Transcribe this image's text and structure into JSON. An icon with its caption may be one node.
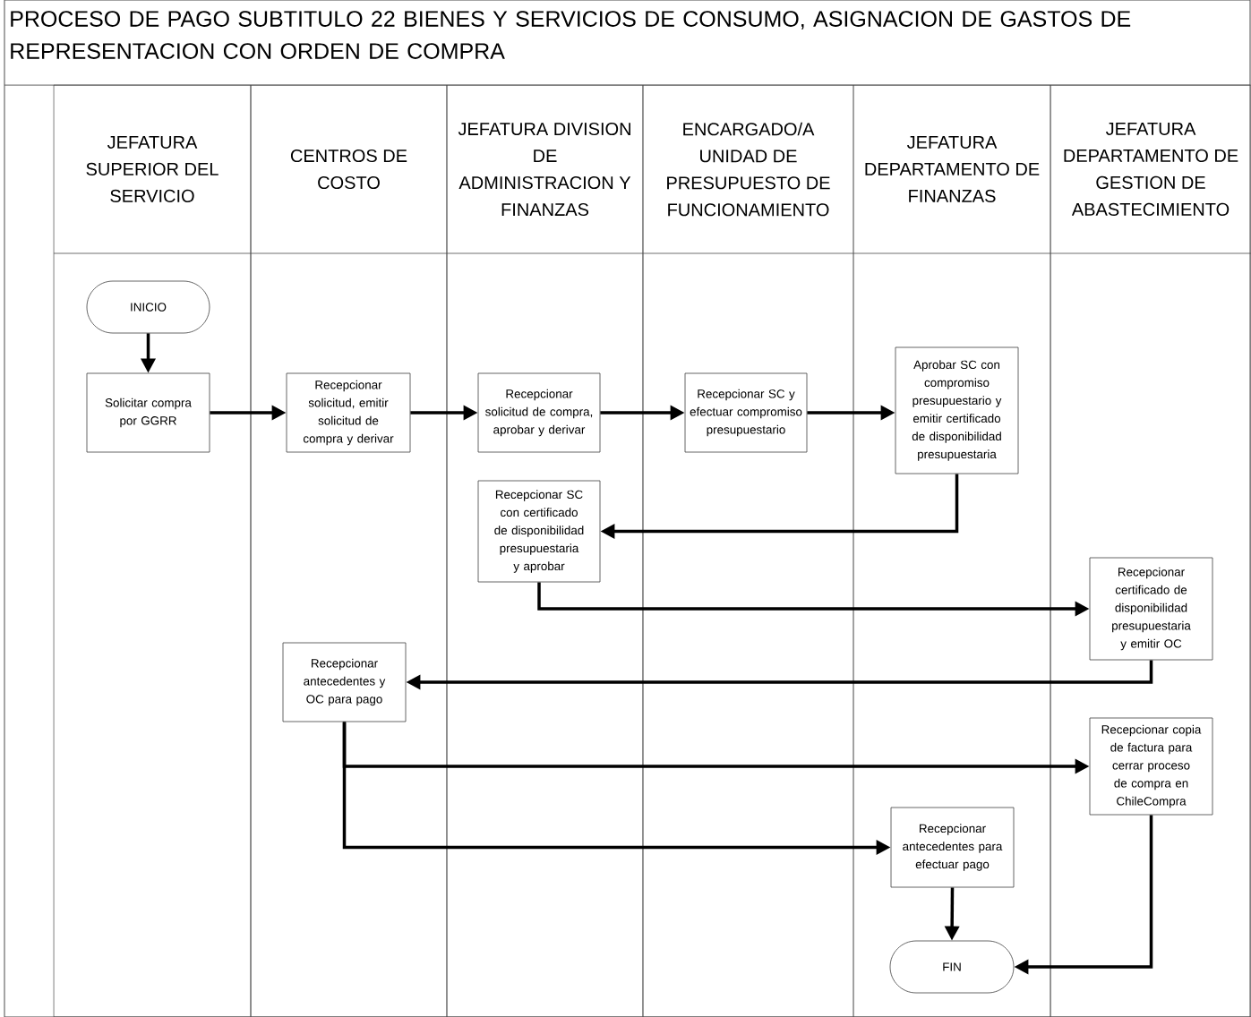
{
  "diagram": {
    "title": "PROCESO DE PAGO SUBTITULO 22 BIENES Y SERVICIOS DE CONSUMO, ASIGNACION DE GASTOS DE REPRESENTACION CON ORDEN DE COMPRA",
    "nodes": [
      {
        "text": [
          "JEFATURA SUPERIOR DEL SERVICIO"
        ]
      },
      {
        "text": [
          "CENTROS DE COSTO"
        ]
      },
      {
        "text": [
          "JEFATURA DIVISION DE ADMINISTRACION Y FINANZAS"
        ]
      },
      {
        "text": [
          "ENCARGADO/A UNIDAD DE PRESUPUESTO DE FUNCIONAMIENTO"
        ]
      },
      {
        "text": [
          "JEFATURA DEPARTAMENTO DE FINANZAS"
        ]
      },
      {
        "text": [
          "JEFATURA DEPARTAMENTO DE GESTION DE ABASTECIMIENTO"
        ]
      },
      {
        "text": [
          "INICIO"
        ],
        "in": 0
      },
      {
        "text": [
          "Solicitar compra por GGRR"
        ],
        "in": 0
      },
      {
        "text": [
          "Recepcionar solicitud, emitir solicitud de compra y derivar"
        ],
        "in": 1
      },
      {
        "text": [
          "Recepcionar solicitud de compra, aprobar y derivar"
        ],
        "in": 2
      },
      {
        "text": [
          "Recepcionar SC y efectuar compromiso presupuestario"
        ],
        "in": 3
      },
      {
        "text": [
          "Aprobar SC con compromiso presupuestario y emitir certificado de disponibilidad presupuestaria"
        ],
        "in": 4
      },
      {
        "text": [
          "Recepcionar SC con certificado de disponibilidad presupuestaria y aprobar"
        ],
        "in": 2
      },
      {
        "text": [
          "Recepcionar certificado de disponibilidad presupuestaria y emitir OC"
        ],
        "in": 5
      },
      {
        "text": [
          "Recepcionar antecedentes y OC para pago"
        ],
        "in": 1
      },
      {
        "text": [
          "Recepcionar copia de factura para cerrar proceso de compra en ChileCompra"
        ],
        "in": 5
      },
      {
        "text": [
          "Recepcionar antecedentes para efectuar pago"
        ],
        "in": 4
      },
      {
        "text": [
          "FIN"
        ],
        "in": 4
      }
    ],
    "edges": [
      {
        "from": 6,
        "to": 7,
        "arrow": "to"
      },
      {
        "from": 7,
        "to": 8,
        "arrow": "to"
      },
      {
        "from": 8,
        "to": 9,
        "arrow": "to"
      },
      {
        "from": 9,
        "to": 10,
        "arrow": "to"
      },
      {
        "from": 10,
        "to": 11,
        "arrow": "to"
      },
      {
        "from": 11,
        "to": 12,
        "arrow": "to"
      },
      {
        "from": 12,
        "to": 13,
        "arrow": "to"
      },
      {
        "from": 13,
        "to": 14,
        "arrow": "to"
      },
      {
        "from": 14,
        "to": 15,
        "arrow": "to"
      },
      {
        "from": 14,
        "to": 16,
        "arrow": "to"
      },
      {
        "from": 16,
        "to": 17,
        "arrow": "to"
      },
      {
        "from": 15,
        "to": 17,
        "arrow": "to"
      }
    ]
  }
}
